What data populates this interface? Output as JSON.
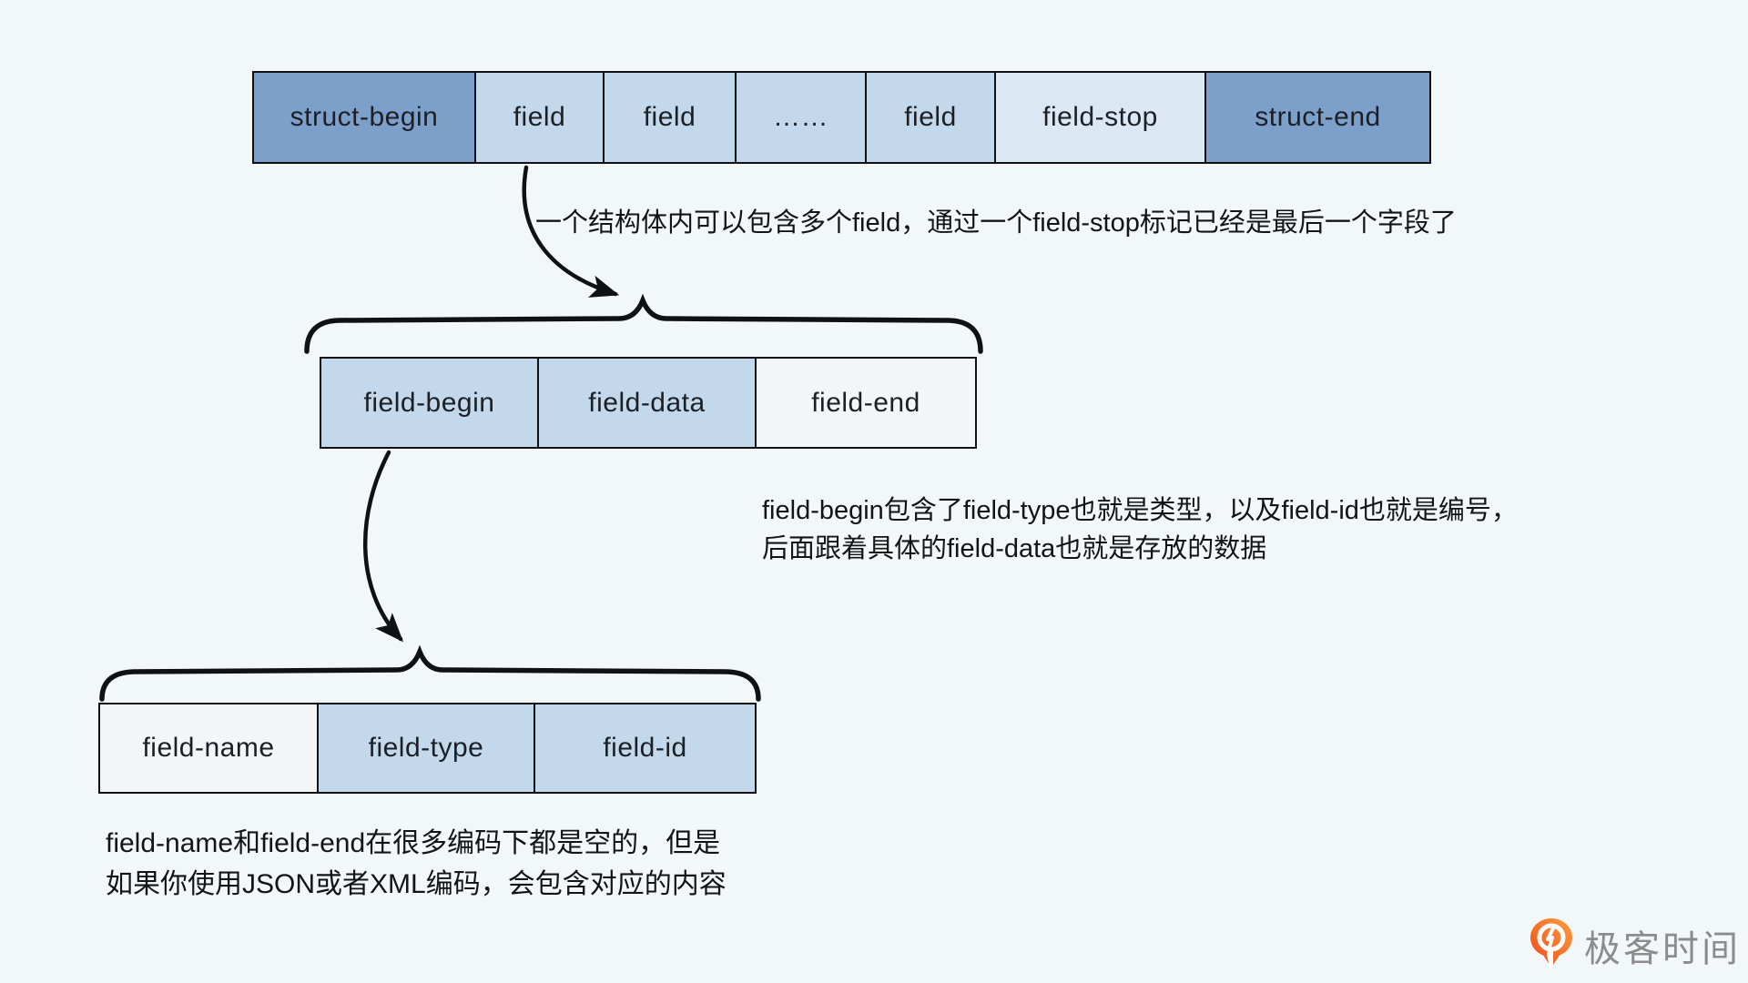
{
  "rows": [
    {
      "name": "struct-encoding",
      "cells": [
        {
          "label": "struct-begin",
          "variant": "dark"
        },
        {
          "label": "field",
          "variant": "blue"
        },
        {
          "label": "field",
          "variant": "blue"
        },
        {
          "label": "……",
          "variant": "blue"
        },
        {
          "label": "field",
          "variant": "blue"
        },
        {
          "label": "field-stop",
          "variant": "pale"
        },
        {
          "label": "struct-end",
          "variant": "dark"
        }
      ]
    },
    {
      "name": "field-encoding",
      "cells": [
        {
          "label": "field-begin",
          "variant": "blue"
        },
        {
          "label": "field-data",
          "variant": "blue"
        },
        {
          "label": "field-end",
          "variant": "white"
        }
      ]
    },
    {
      "name": "field-begin-encoding",
      "cells": [
        {
          "label": "field-name",
          "variant": "white"
        },
        {
          "label": "field-type",
          "variant": "blue"
        },
        {
          "label": "field-id",
          "variant": "blue"
        }
      ]
    }
  ],
  "notes": {
    "note1": "一个结构体内可以包含多个field，通过一个field-stop标记已经是最后一个字段了",
    "note2_line1": "field-begin包含了field-type也就是类型，以及field-id也就是编号，",
    "note2_line2": "后面跟着具体的field-data也就是存放的数据",
    "note3_line1": "field-name和field-end在很多编码下都是空的，但是",
    "note3_line2": "如果你使用JSON或者XML编码，会包含对应的内容"
  },
  "logo": {
    "text": "极客时间"
  },
  "colors": {
    "background": "#f2f7f9",
    "cell_dark_blue": "#7da0ca",
    "cell_light_blue": "#c3d9eb",
    "cell_pale_blue": "#dbe7f3",
    "cell_white": "#f3f5f6",
    "line_stroke": "#101114",
    "logo_orange": "#f4511e",
    "logo_gray": "#8c8c8c"
  }
}
